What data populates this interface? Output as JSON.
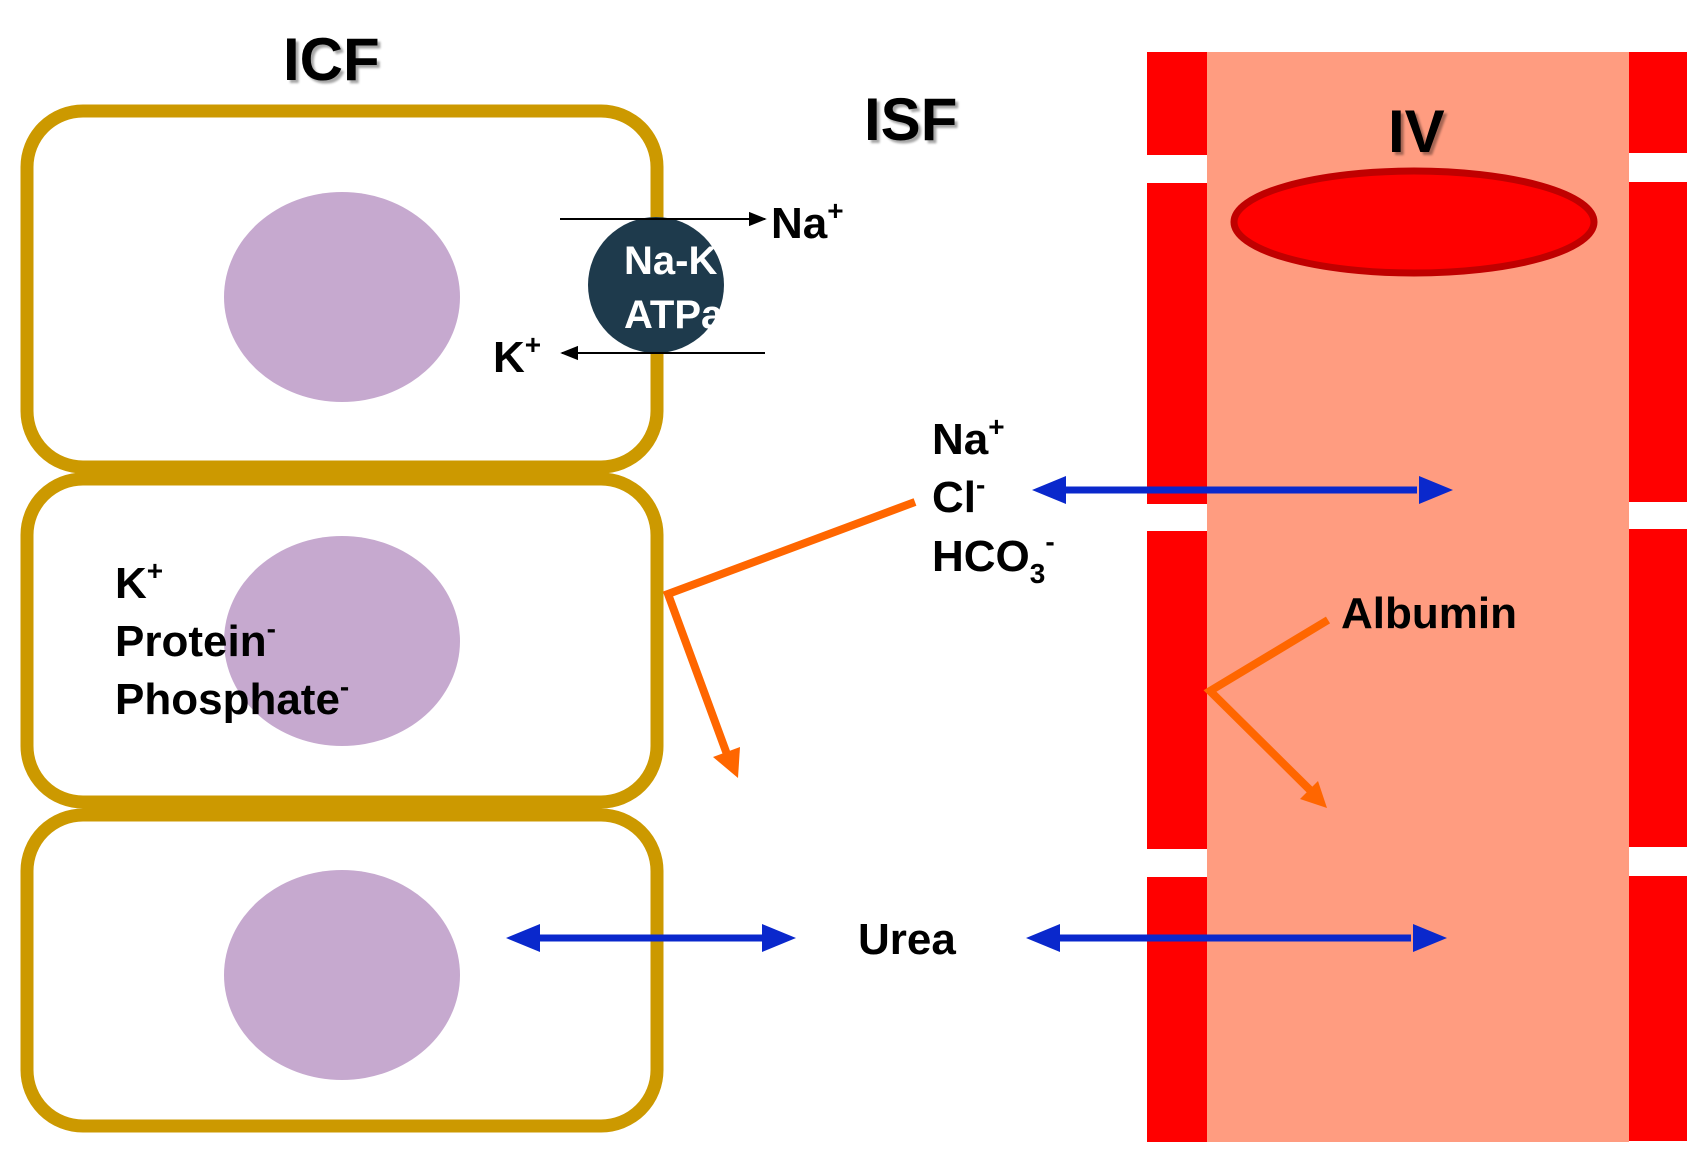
{
  "regions": {
    "icf": "ICF",
    "isf": "ISF",
    "iv": "IV"
  },
  "pump": {
    "line1": "Na-K",
    "line2": "ATPase",
    "out_ion": "Na",
    "out_charge": "+",
    "in_ion": "K",
    "in_charge": "+"
  },
  "icf_solutes": {
    "k": "K",
    "k_charge": "+",
    "protein": "Protein",
    "protein_charge": "-",
    "phosphate": "Phosphate",
    "phosphate_charge": "-"
  },
  "isf_solutes": {
    "na": "Na",
    "na_charge": "+",
    "cl": "Cl",
    "cl_charge": "-",
    "hco3": "HCO",
    "hco3_sub": "3",
    "hco3_charge": "-"
  },
  "albumin": "Albumin",
  "urea": "Urea",
  "colors": {
    "cell_border": "#CC9900",
    "nucleus": "#C6A9CF",
    "pump": "#1E3A4C",
    "vessel_wall": "#FF0000",
    "plasma": "#FF9C80",
    "rbc": "#FF0000",
    "rbc_edge": "#C00000",
    "diffusion_arrow": "#0A28CC",
    "restricted_arrow": "#FF6600"
  }
}
